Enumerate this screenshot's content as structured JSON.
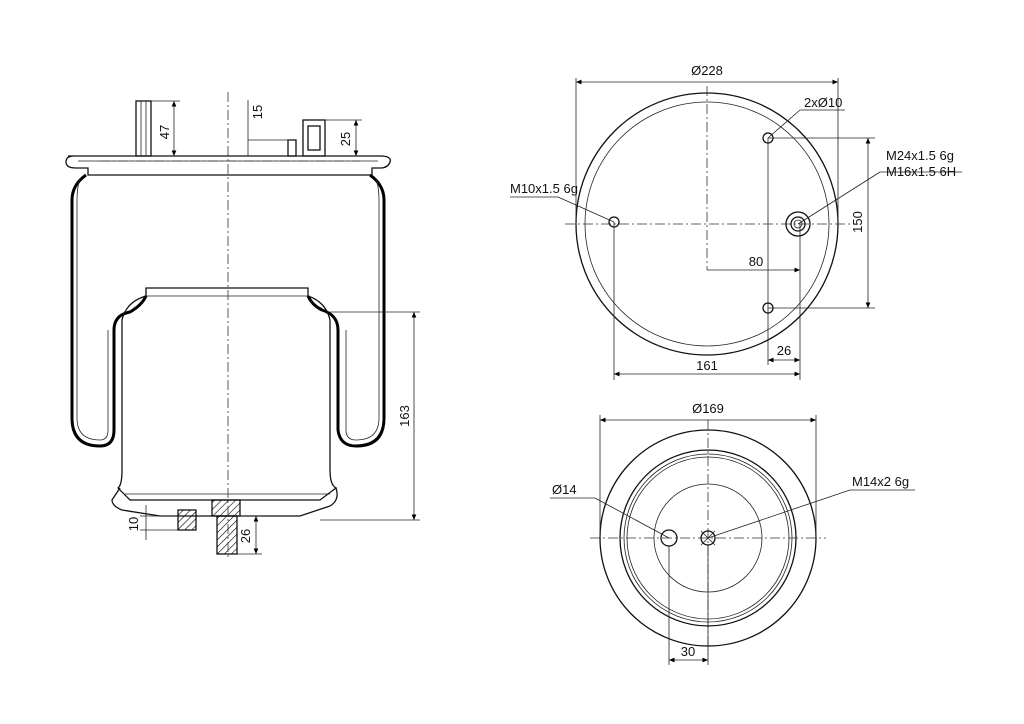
{
  "side_view": {
    "dim_47": "47",
    "dim_15": "15",
    "dim_25": "25",
    "dim_163": "163",
    "dim_10": "10",
    "dim_26": "26"
  },
  "top_view": {
    "dia_228": "Ø228",
    "holes_2x10": "2xØ10",
    "thread_m24": "M24x1.5 6g",
    "thread_m16": "M16x1.5 6H",
    "thread_m10": "M10x1.5 6g",
    "dim_150": "150",
    "dim_80": "80",
    "dim_26": "26",
    "dim_161": "161"
  },
  "bottom_view": {
    "dia_169": "Ø169",
    "dia_14": "Ø14",
    "thread_m14": "M14x2 6g",
    "dim_30": "30"
  }
}
